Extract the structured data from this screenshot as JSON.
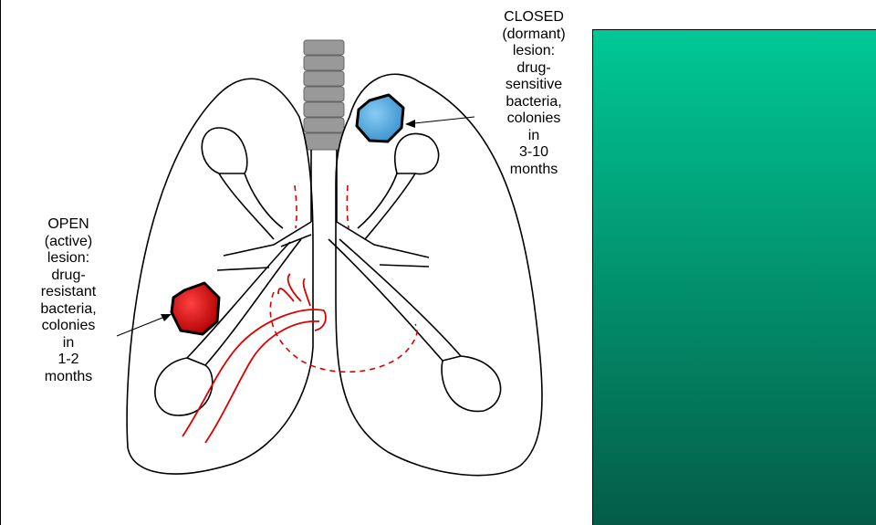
{
  "open_lesion": {
    "lines": [
      "OPEN",
      "(active)",
      "lesion:",
      "drug-",
      "resistant",
      "bacteria,",
      "colonies",
      "in",
      "1-2",
      "months"
    ],
    "color": "#dd0000"
  },
  "closed_lesion": {
    "lines": [
      "CLOSED",
      "(dormant)",
      "lesion:",
      "drug-",
      "sensitive",
      "bacteria,",
      "colonies",
      "in",
      "3-10",
      "months"
    ],
    "color": "#55aee6"
  },
  "colors": {
    "panel_top": "#00c896",
    "panel_bottom": "#045c46",
    "trachea": "#999999",
    "vessels": "#dd0000"
  }
}
